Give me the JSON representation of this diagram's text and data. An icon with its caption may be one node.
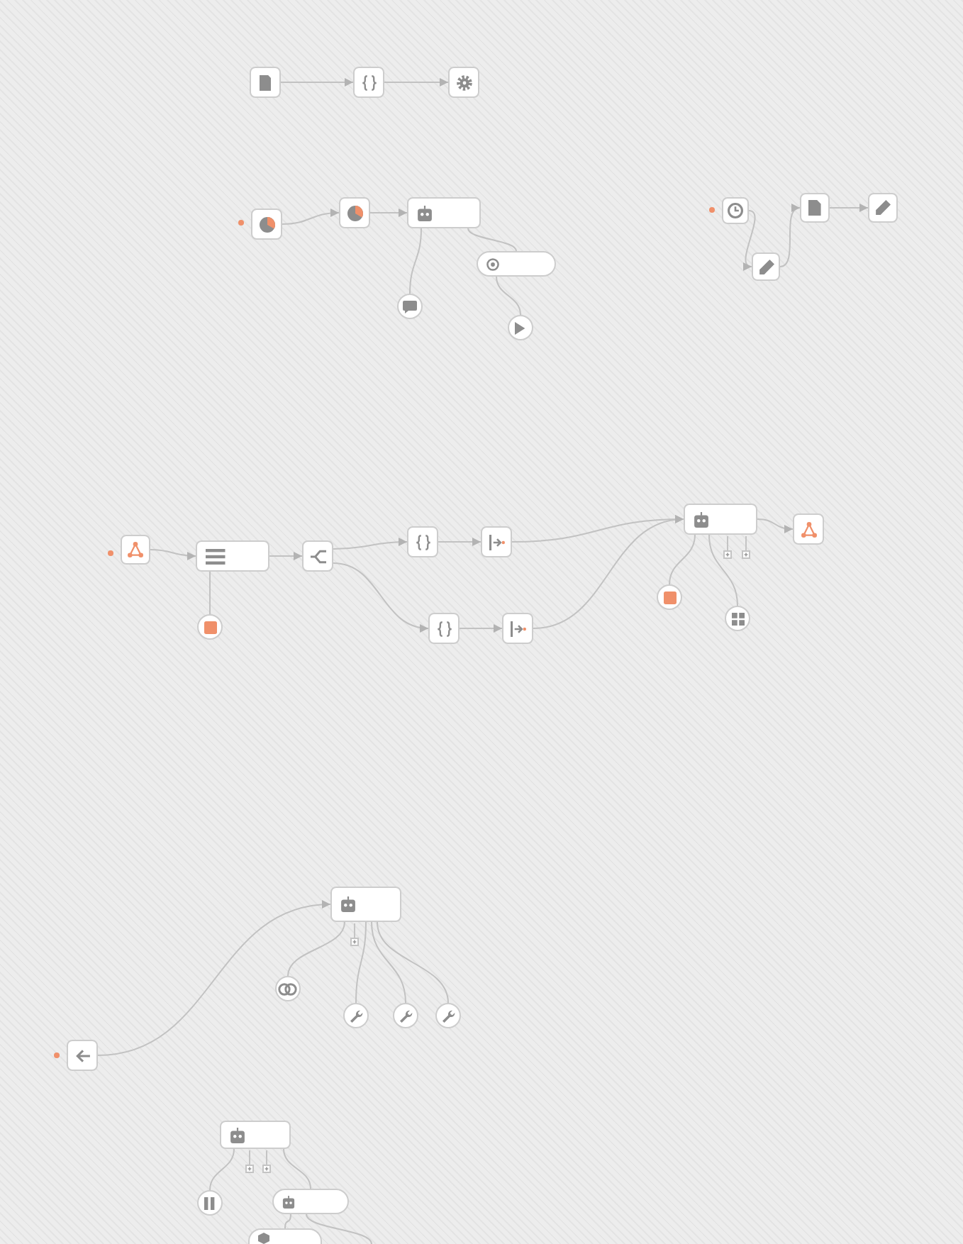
{
  "diagram": {
    "nodes": [
      {
        "text": [],
        "shape": "box"
      },
      {
        "text": [],
        "shape": "box"
      },
      {
        "text": [],
        "shape": "box"
      },
      {
        "text": [],
        "shape": "box"
      },
      {
        "text": [],
        "shape": "box"
      },
      {
        "text": [],
        "shape": "box"
      },
      {
        "text": [],
        "shape": "pill"
      },
      {
        "text": [],
        "shape": "circle"
      },
      {
        "text": [],
        "shape": "circle"
      },
      {
        "text": [],
        "shape": "box"
      },
      {
        "text": [],
        "shape": "box"
      },
      {
        "text": [],
        "shape": "box"
      },
      {
        "text": [],
        "shape": "box"
      },
      {
        "text": [],
        "shape": "box"
      },
      {
        "text": [],
        "shape": "box"
      },
      {
        "text": [],
        "shape": "circle"
      },
      {
        "text": [],
        "shape": "box"
      },
      {
        "text": [],
        "shape": "box"
      },
      {
        "text": [],
        "shape": "box"
      },
      {
        "text": [],
        "shape": "box"
      },
      {
        "text": [],
        "shape": "box"
      },
      {
        "text": [],
        "shape": "box"
      },
      {
        "text": [],
        "shape": "circle"
      },
      {
        "text": [],
        "shape": "circle"
      },
      {
        "text": [],
        "shape": "box"
      },
      {
        "text": [],
        "shape": "box"
      },
      {
        "text": [],
        "shape": "box"
      },
      {
        "text": [],
        "shape": "circle"
      },
      {
        "text": [],
        "shape": "circle"
      },
      {
        "text": [],
        "shape": "circle"
      },
      {
        "text": [],
        "shape": "circle"
      },
      {
        "text": [],
        "shape": "box"
      },
      {
        "text": [],
        "shape": "circle"
      },
      {
        "text": [],
        "shape": "pill"
      },
      {
        "text": [],
        "shape": "pill"
      }
    ],
    "edges": [
      {
        "from": 0,
        "to": 1,
        "arrow": "to"
      },
      {
        "from": 1,
        "to": 2,
        "arrow": "to"
      },
      {
        "from": 3,
        "to": 4,
        "arrow": "to"
      },
      {
        "from": 4,
        "to": 5,
        "arrow": "to"
      },
      {
        "from": 5,
        "to": 7,
        "arrow": "none"
      },
      {
        "from": 5,
        "to": 6,
        "arrow": "none"
      },
      {
        "from": 6,
        "to": 8,
        "arrow": "none"
      },
      {
        "from": 9,
        "to": 10,
        "arrow": "to"
      },
      {
        "from": 10,
        "to": 11,
        "arrow": "to"
      },
      {
        "from": 11,
        "to": 12,
        "arrow": "to"
      },
      {
        "from": 13,
        "to": 14,
        "arrow": "to"
      },
      {
        "from": 14,
        "to": 15,
        "arrow": "none"
      },
      {
        "from": 14,
        "to": 16,
        "arrow": "to"
      },
      {
        "from": 16,
        "to": 17,
        "arrow": "to"
      },
      {
        "from": 17,
        "to": 18,
        "arrow": "to"
      },
      {
        "from": 16,
        "to": 19,
        "arrow": "to"
      },
      {
        "from": 19,
        "to": 20,
        "arrow": "to"
      },
      {
        "from": 18,
        "to": 21,
        "arrow": "to"
      },
      {
        "from": 20,
        "to": 21,
        "arrow": "to"
      },
      {
        "from": 21,
        "to": 24,
        "arrow": "to"
      },
      {
        "from": 21,
        "to": 22,
        "arrow": "none"
      },
      {
        "from": 21,
        "to": 23,
        "arrow": "none"
      },
      {
        "from": 26,
        "to": 25,
        "arrow": "to"
      },
      {
        "from": 25,
        "to": 27,
        "arrow": "none"
      },
      {
        "from": 25,
        "to": 28,
        "arrow": "none"
      },
      {
        "from": 25,
        "to": 29,
        "arrow": "none"
      },
      {
        "from": 25,
        "to": 30,
        "arrow": "none"
      },
      {
        "from": 31,
        "to": 32,
        "arrow": "none"
      },
      {
        "from": 31,
        "to": 33,
        "arrow": "none"
      },
      {
        "from": 33,
        "to": 34,
        "arrow": "none"
      },
      {
        "from": 33,
        "to": null,
        "arrow": "none"
      }
    ]
  }
}
